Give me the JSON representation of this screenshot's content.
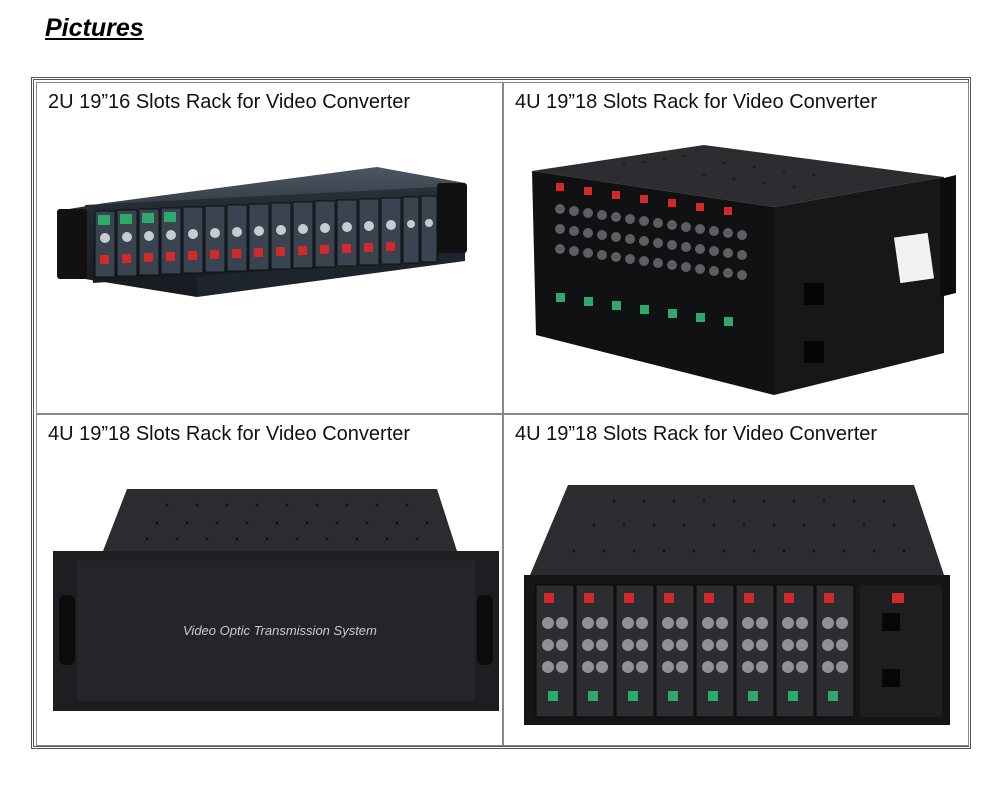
{
  "heading": "Pictures",
  "cells": [
    {
      "caption": "2U 19”16 Slots Rack for Video Converter",
      "image": "2u-16-slot-rack-photo"
    },
    {
      "caption": "4U 19”18 Slots Rack for Video Converter",
      "image": "4u-18-slot-rack-angled-photo"
    },
    {
      "caption": "4U 19”18 Slots Rack for Video Converter",
      "image": "4u-rack-front-panel-photo",
      "panel_label": "Video Optic Transmission System"
    },
    {
      "caption": "4U 19”18 Slots Rack for Video Converter",
      "image": "4u-18-slot-rack-front-photo"
    }
  ]
}
